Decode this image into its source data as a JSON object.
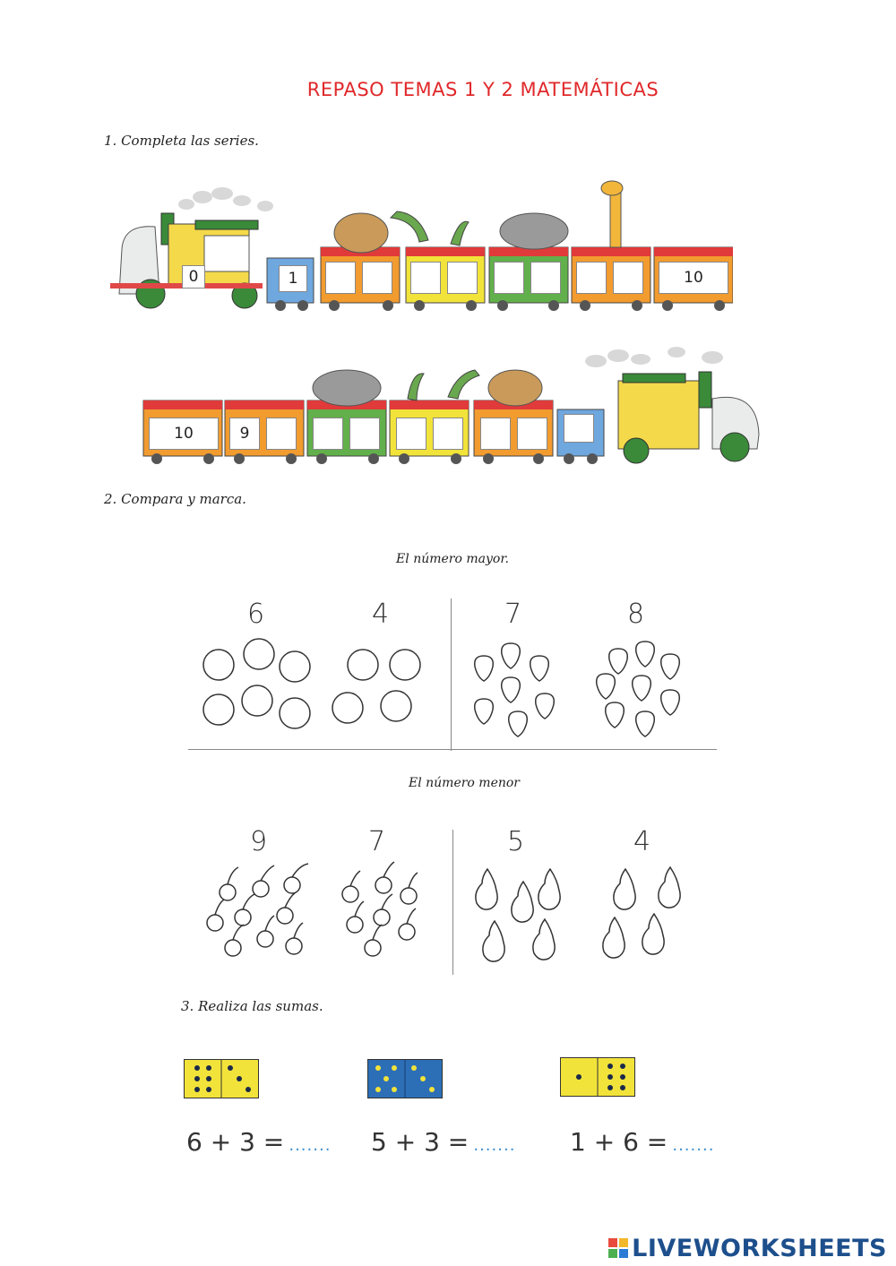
{
  "title": "REPASO TEMAS 1 Y 2 MATEMÁTICAS",
  "section1": {
    "instruction": "1. Completa las series.",
    "train1": {
      "given": [
        "0",
        "1",
        "10"
      ]
    },
    "train2": {
      "given": [
        "10",
        "9"
      ]
    }
  },
  "section2": {
    "instruction": "2. Compara y marca.",
    "mayor": {
      "label": "El número mayor.",
      "numbers": [
        "6",
        "4",
        "7",
        "8"
      ]
    },
    "menor": {
      "label": "El número menor",
      "numbers": [
        "9",
        "7",
        "5",
        "4"
      ]
    }
  },
  "section3": {
    "instruction": "3. Realiza las sumas.",
    "sums": [
      {
        "expr": "6 + 3 =",
        "blank": "......."
      },
      {
        "expr": "5 + 3 =",
        "blank": "......."
      },
      {
        "expr": "1 + 6 =",
        "blank": "......."
      }
    ]
  },
  "footer": {
    "brand": "LIVEWORKSHEETS"
  },
  "colors": {
    "title": "#e0282a",
    "blank": "#3a8fd0",
    "brand": "#1d4f8c",
    "domino_yellow": "#f2e33a",
    "domino_blue": "#2c6fb7"
  }
}
